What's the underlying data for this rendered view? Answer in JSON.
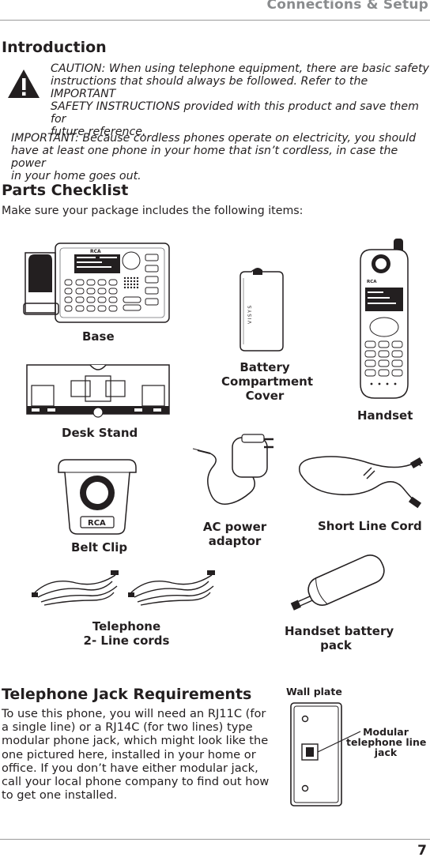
{
  "header": {
    "title": "Connections & Setup"
  },
  "intro": {
    "heading": "Introduction",
    "caution_lines": [
      "CAUTION: When using telephone equipment, there are basic safety",
      "instructions that should always be followed. Refer to the IMPORTANT",
      "SAFETY INSTRUCTIONS provided with this product and save them for",
      "future reference."
    ],
    "important_lines": [
      "IMPORTANT: Because cordless phones operate on electricity, you should",
      "have at least one phone in your home that isn’t cordless, in case the power",
      "in your home goes out."
    ]
  },
  "parts": {
    "heading": "Parts Checklist",
    "intro": "Make sure your package includes the following items:",
    "items": {
      "base": "Base",
      "battery_cover": [
        "Battery",
        "Compartment",
        "Cover"
      ],
      "handset": "Handset",
      "desk_stand": "Desk Stand",
      "belt_clip": "Belt Clip",
      "ac_adaptor": [
        "AC power",
        "adaptor"
      ],
      "short_line_cord": "Short Line Cord",
      "line_cords": [
        "Telephone",
        "2- Line cords"
      ],
      "battery_pack": [
        "Handset battery",
        "pack"
      ]
    },
    "brand_mark": "RCA"
  },
  "jack": {
    "heading": "Telephone Jack Requirements",
    "body_lines": [
      "To use this phone, you will need an RJ11C (for",
      "a single line) or a RJ14C (for two lines) type",
      "modular phone jack, which might look like the",
      "one pictured here, installed in your home or",
      "office. If you don’t have either modular jack,",
      "call your local phone company to find out how",
      "to get one installed."
    ],
    "wall_plate_label": "Wall plate",
    "modular_label": [
      "Modular",
      "telephone line",
      "jack"
    ]
  },
  "footer": {
    "page_number": "7"
  }
}
